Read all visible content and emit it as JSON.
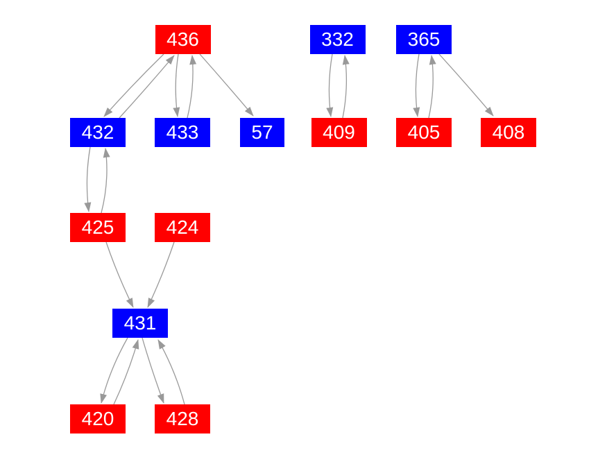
{
  "diagram": {
    "type": "directed-graph",
    "background": "#ffffff",
    "edge_color": "#999999",
    "label_color": "#ffffff",
    "node_colors": {
      "red": "#ff0000",
      "blue": "#0000ff"
    },
    "nodes": [
      {
        "id": "436",
        "label": "436",
        "color": "red"
      },
      {
        "id": "332",
        "label": "332",
        "color": "blue"
      },
      {
        "id": "365",
        "label": "365",
        "color": "blue"
      },
      {
        "id": "432",
        "label": "432",
        "color": "blue"
      },
      {
        "id": "433",
        "label": "433",
        "color": "blue"
      },
      {
        "id": "57",
        "label": "57",
        "color": "blue"
      },
      {
        "id": "409",
        "label": "409",
        "color": "red"
      },
      {
        "id": "405",
        "label": "405",
        "color": "red"
      },
      {
        "id": "408",
        "label": "408",
        "color": "red"
      },
      {
        "id": "425",
        "label": "425",
        "color": "red"
      },
      {
        "id": "424",
        "label": "424",
        "color": "red"
      },
      {
        "id": "431",
        "label": "431",
        "color": "blue"
      },
      {
        "id": "420",
        "label": "420",
        "color": "red"
      },
      {
        "id": "428",
        "label": "428",
        "color": "red"
      }
    ],
    "edges": [
      {
        "from": "436",
        "to": "432"
      },
      {
        "from": "432",
        "to": "436"
      },
      {
        "from": "436",
        "to": "433"
      },
      {
        "from": "433",
        "to": "436"
      },
      {
        "from": "436",
        "to": "57"
      },
      {
        "from": "332",
        "to": "409"
      },
      {
        "from": "409",
        "to": "332"
      },
      {
        "from": "365",
        "to": "405"
      },
      {
        "from": "405",
        "to": "365"
      },
      {
        "from": "365",
        "to": "408"
      },
      {
        "from": "432",
        "to": "425"
      },
      {
        "from": "425",
        "to": "432"
      },
      {
        "from": "425",
        "to": "431"
      },
      {
        "from": "424",
        "to": "431"
      },
      {
        "from": "431",
        "to": "420"
      },
      {
        "from": "420",
        "to": "431"
      },
      {
        "from": "431",
        "to": "428"
      },
      {
        "from": "428",
        "to": "431"
      }
    ]
  }
}
